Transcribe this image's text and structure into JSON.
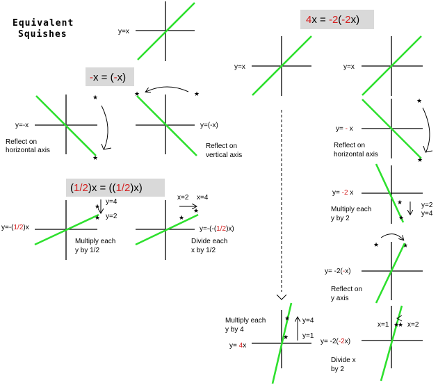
{
  "title": {
    "line1": "Equivalent",
    "line2": "Squishes"
  },
  "left": {
    "top_graph_label": "y=x",
    "box1": {
      "a": "-",
      "b": "x = (",
      "c": "-",
      "d": "x)"
    },
    "g1_label": "y=-x",
    "g1_note": [
      "Reflect on",
      "horizontal axis"
    ],
    "g2_label": "y=(-x)",
    "g2_note": [
      "Reflect on",
      "vertical axis"
    ],
    "box2": {
      "a": "(",
      "b": "1/2",
      "c": ")x = ((",
      "d": "1/2",
      "e": ")x)"
    },
    "g3_label_a": "y=-(",
    "g3_label_b": "1/2",
    "g3_label_c": ")x",
    "g3_y4": "y=4",
    "g3_y2": "y=2",
    "g3_note": [
      "Multiply each",
      "y by 1/2"
    ],
    "g4_x2": "x=2",
    "g4_x4": "x=4",
    "g4_label_a": "y=-(-(",
    "g4_label_b": "1/2",
    "g4_label_c": ")x)",
    "g4_note": [
      "Divide each",
      "x by 1/2"
    ]
  },
  "right": {
    "box3": {
      "a": "4",
      "b": "x = ",
      "c": "-2",
      "d": "(",
      "e": "-2",
      "f": "x)"
    },
    "m_top_label": "y=x",
    "r_top_label": "y=x",
    "r2_label_a": "y= ",
    "r2_label_b": "-",
    "r2_label_c": " x",
    "r2_note": [
      "Reflect on",
      "horizontal axis"
    ],
    "r3_label_a": "y= ",
    "r3_label_b": "-2",
    "r3_label_c": " x",
    "r3_note": [
      "Multiply each",
      "y by 2"
    ],
    "r3_y2": "y=2",
    "r3_y4": "y=4",
    "r4_label_a": "y= -2(",
    "r4_label_b": "-",
    "r4_label_c": "x)",
    "r4_note": [
      "Reflect on",
      "y axis"
    ],
    "r5_label_a": "y= -2(",
    "r5_label_b": "-2",
    "r5_label_c": "x)",
    "r5_x1": "x=1",
    "r5_x2": "x=2",
    "r5_note": [
      "Divide x",
      "by 2"
    ],
    "m_bottom_label_a": "y= ",
    "m_bottom_label_b": "4",
    "m_bottom_label_c": "x",
    "m_bottom_note": [
      "Multiply each",
      "y by 4"
    ],
    "m_y4": "y=4",
    "m_y1": "y=1"
  },
  "star_glyph": "★",
  "colors": {
    "green": "#2ee02e",
    "red": "#d42020",
    "box": "#d9d9d9"
  }
}
